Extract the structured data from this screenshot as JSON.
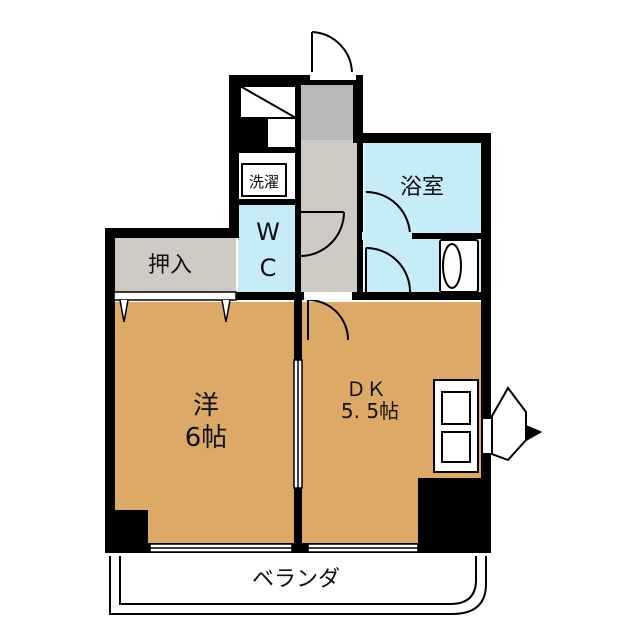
{
  "floorplan": {
    "rooms": {
      "western": {
        "line1": "洋",
        "line2": "6帖"
      },
      "dk": {
        "line1": "ＤＫ",
        "line2": "5. 5帖"
      },
      "bath": "浴室",
      "closet": "押入",
      "wc_line1": "W",
      "wc_line2": "C",
      "laundry": "洗濯",
      "balcony": "ベランダ"
    },
    "colors": {
      "wood_floor": "#dcaa66",
      "wet_area": "#c6ecf7",
      "corridor": "#cecbc4",
      "wall": "#000000"
    }
  }
}
